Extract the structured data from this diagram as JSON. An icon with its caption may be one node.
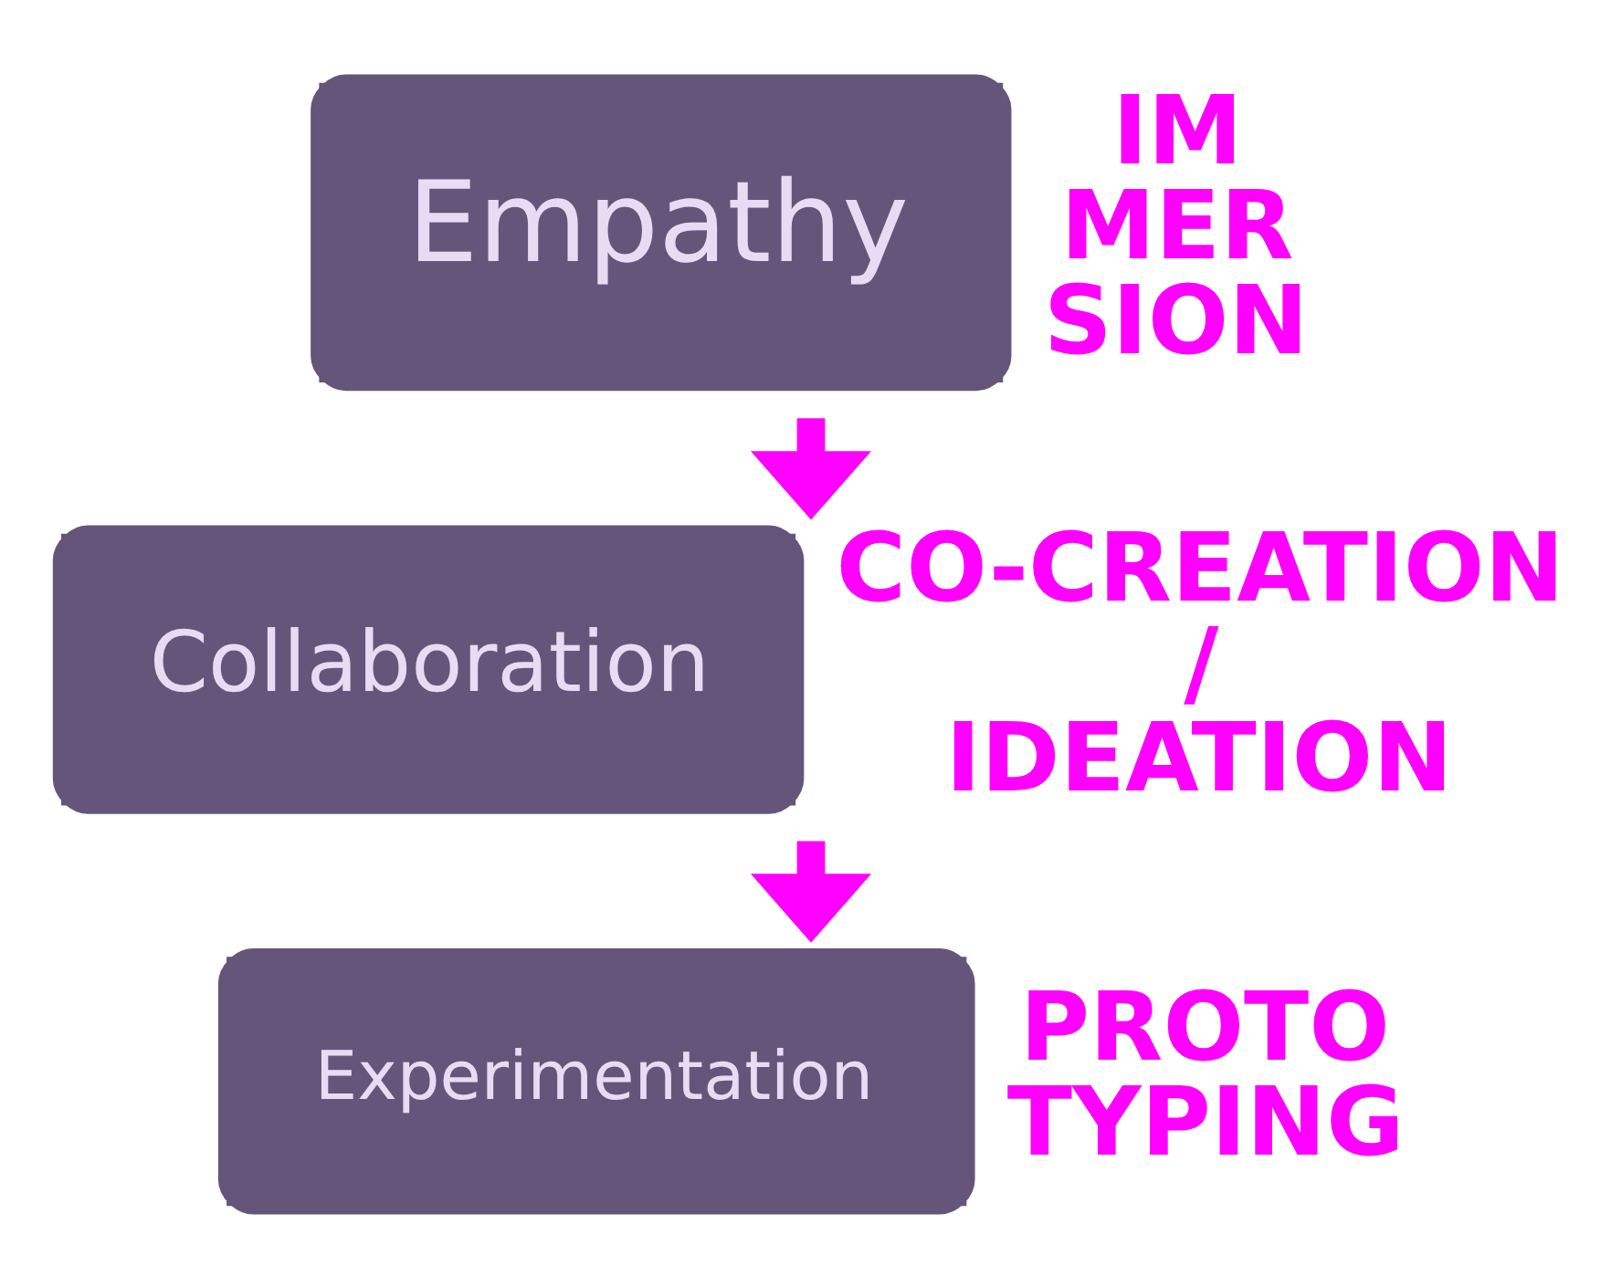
{
  "diagram": {
    "nodes": [
      {
        "text": [
          "Empathy"
        ],
        "beside": [
          "IM MER SION"
        ]
      },
      {
        "text": [
          "Collaboration"
        ],
        "beside": [
          "CO-CREATION / IDEATION"
        ]
      },
      {
        "text": [
          "Experimentation"
        ],
        "beside": [
          "PROTO TYPING"
        ]
      }
    ],
    "edges": [
      {
        "from": 0,
        "to": 1,
        "arrow": "to"
      },
      {
        "from": 1,
        "to": 2,
        "arrow": "to"
      }
    ]
  }
}
